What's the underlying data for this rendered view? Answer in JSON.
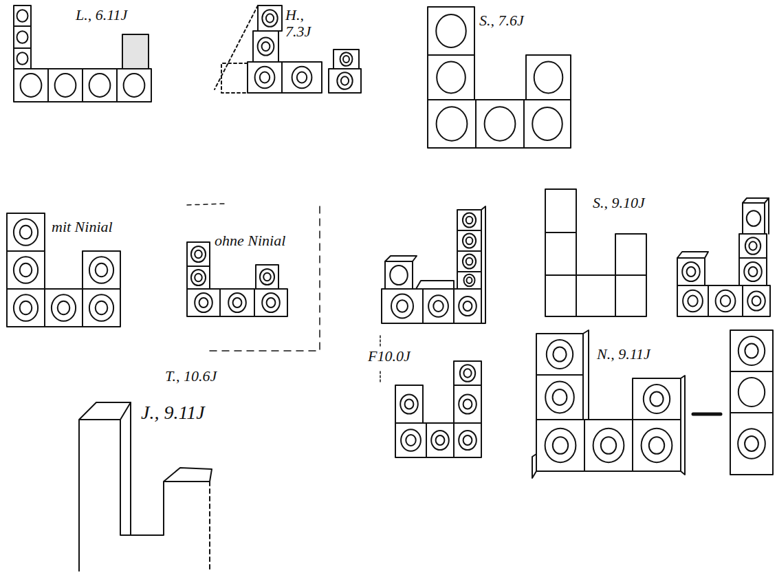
{
  "diagram": {
    "labels": [
      "L., 6.11J",
      "H., 7.3J",
      "S., 7.6J",
      "mit Ninial",
      "ohne Ninial",
      "S., 9.10J",
      "T., 10.6J",
      "F10.0J",
      "N., 9.11J",
      "J., 9.11J"
    ]
  }
}
